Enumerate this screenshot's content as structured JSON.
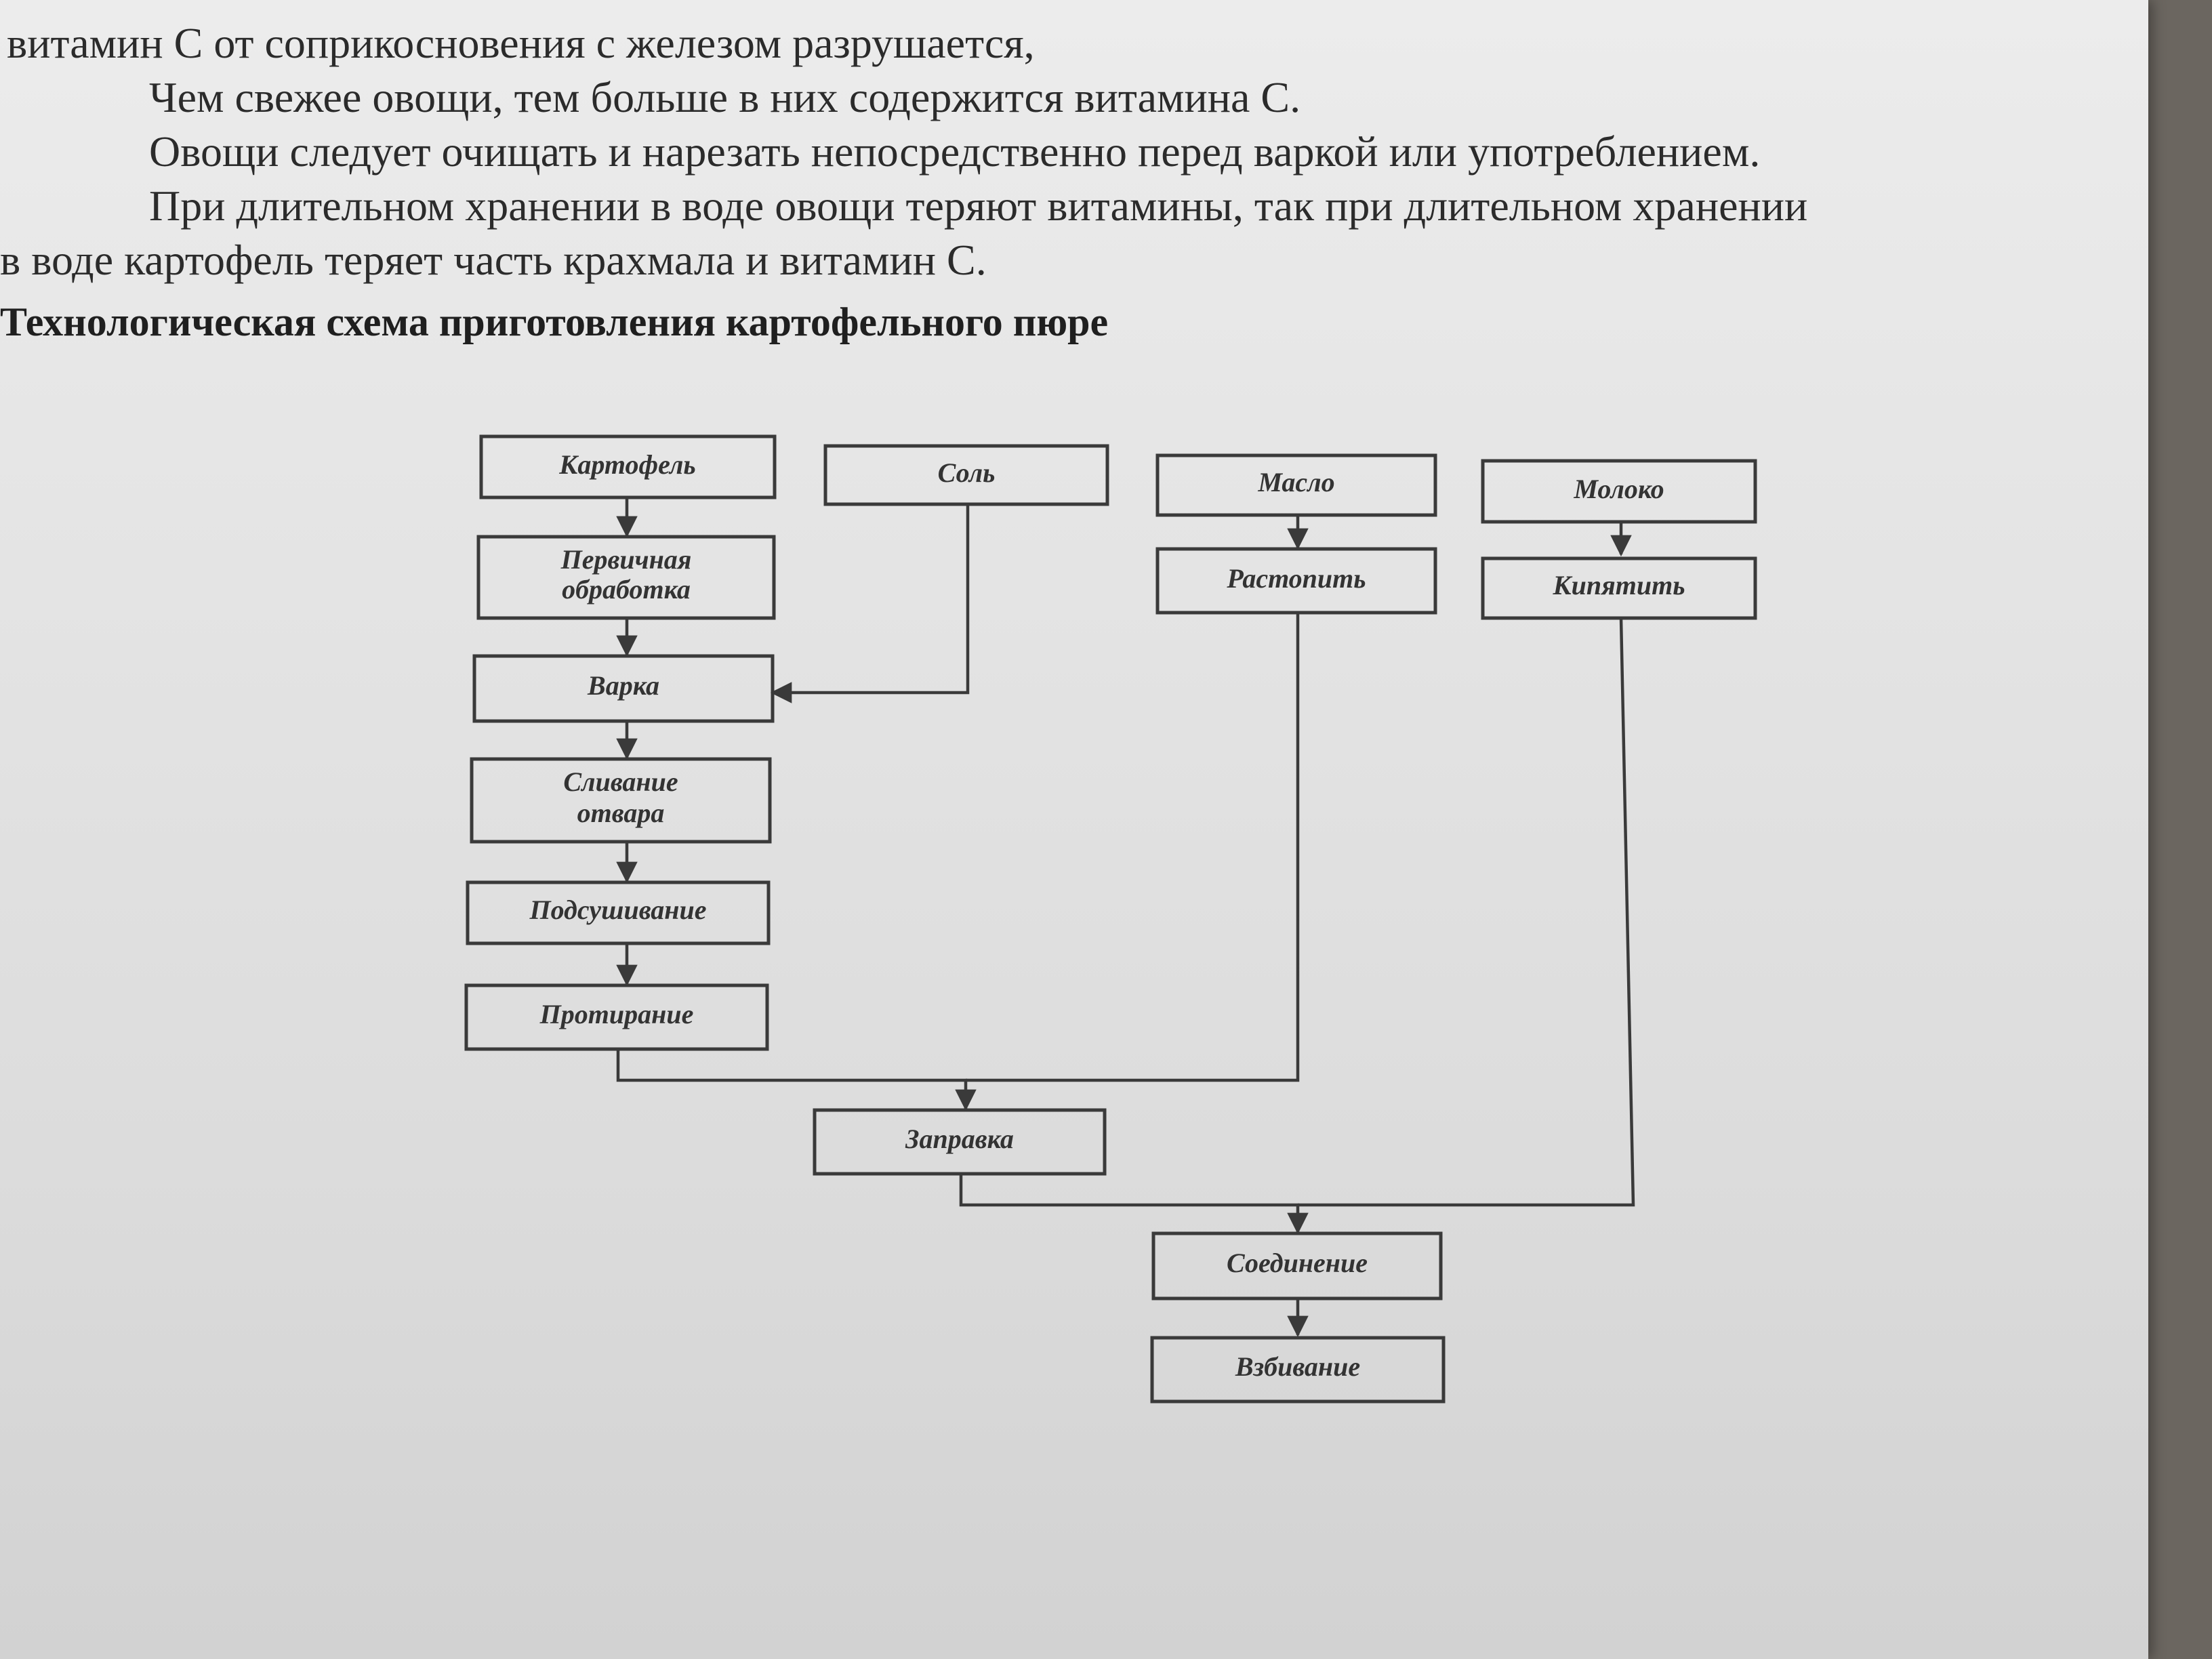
{
  "text_lines": [
    "витамин С от соприкосновения с железом разрушается,",
    "Чем свежее овощи, тем больше в них содержится витамина С.",
    "Овощи следует очищать и нарезать непосредственно перед варкой или употреблением.",
    "При длительном хранении в воде овощи теряют витамины, так при длительном хранении",
    "в воде картофель теряет часть крахмала и витамин С."
  ],
  "heading": "Технологическая схема приготовления картофельного пюре",
  "diagram": {
    "nodes": [
      {
        "id": "kartofel",
        "label": "Картофель"
      },
      {
        "id": "sol",
        "label": "Соль"
      },
      {
        "id": "maslo",
        "label": "Масло"
      },
      {
        "id": "moloko",
        "label": "Молоко"
      },
      {
        "id": "pervichnaya",
        "label": "Первичная",
        "label2": "обработка"
      },
      {
        "id": "rastopit",
        "label": "Растопить"
      },
      {
        "id": "kipyatit",
        "label": "Кипятить"
      },
      {
        "id": "varka",
        "label": "Варка"
      },
      {
        "id": "slivanie",
        "label": "Сливание",
        "label2": "отвара"
      },
      {
        "id": "podsushivanie",
        "label": "Подсушивание"
      },
      {
        "id": "protiranie",
        "label": "Протирание"
      },
      {
        "id": "zapravka",
        "label": "Заправка"
      },
      {
        "id": "soedinenie",
        "label": "Соединение"
      },
      {
        "id": "vzbivanie",
        "label": "Взбивание"
      }
    ],
    "edges": [
      {
        "from": "kartofel",
        "to": "pervichnaya"
      },
      {
        "from": "pervichnaya",
        "to": "varka"
      },
      {
        "from": "sol",
        "to": "varka"
      },
      {
        "from": "varka",
        "to": "slivanie"
      },
      {
        "from": "slivanie",
        "to": "podsushivanie"
      },
      {
        "from": "podsushivanie",
        "to": "protiranie"
      },
      {
        "from": "protiranie",
        "to": "zapravka"
      },
      {
        "from": "maslo",
        "to": "rastopit"
      },
      {
        "from": "rastopit",
        "to": "zapravka"
      },
      {
        "from": "moloko",
        "to": "kipyatit"
      },
      {
        "from": "zapravka",
        "to": "soedinenie"
      },
      {
        "from": "kipyatit",
        "to": "soedinenie"
      },
      {
        "from": "soedinenie",
        "to": "vzbivanie"
      }
    ]
  }
}
